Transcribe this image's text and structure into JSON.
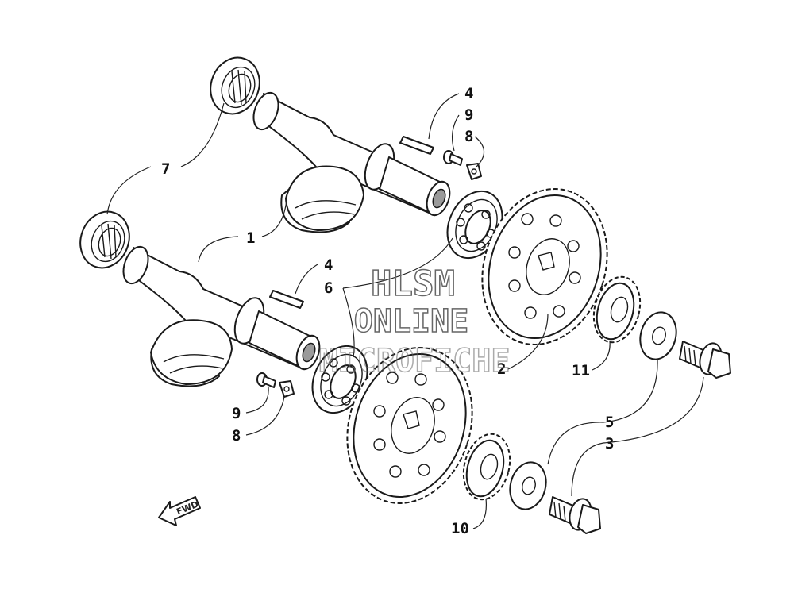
{
  "callouts": {
    "c1": "1",
    "c2": "2",
    "c3": "3",
    "c4_top": "4",
    "c4_mid": "4",
    "c5": "5",
    "c6": "6",
    "c7": "7",
    "c8_top": "8",
    "c8_bot": "8",
    "c9_top": "9",
    "c9_bot": "9",
    "c10": "10",
    "c11": "11"
  },
  "watermark": {
    "line1": "HLSM",
    "line2": "ONLINE",
    "line3": "MICROFICHE"
  },
  "direction_arrow": {
    "label": "FWD",
    "icon": "fwd-arrow-icon"
  }
}
